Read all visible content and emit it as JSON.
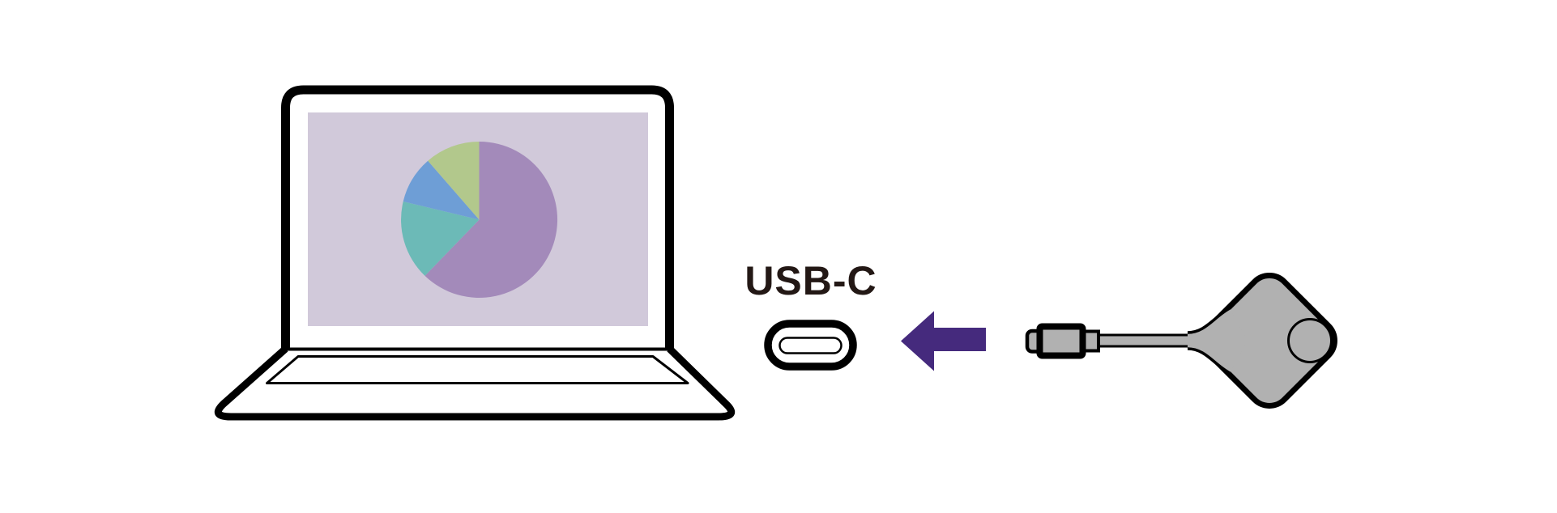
{
  "label": {
    "text": "USB-C"
  },
  "colors": {
    "background": "#ffffff",
    "outline": "#000000",
    "label_text": "#231815",
    "arrow": "#452A7D",
    "laptop_body": "#ffffff",
    "screen": "#D1C9DA",
    "device_gray": "#B1B1B1"
  },
  "icons": {
    "port": "usb-c-port-icon",
    "arrow": "arrow-left-icon"
  },
  "chart_data": {
    "type": "pie",
    "title": "",
    "legend": false,
    "start_angle_deg": 0,
    "direction": "clockwise",
    "slices": [
      {
        "name": "purple",
        "value_pct": 62.2,
        "angle_deg": 224.0,
        "color": "#A38ABA"
      },
      {
        "name": "teal",
        "value_pct": 16.5,
        "angle_deg": 59.5,
        "color": "#6CBAB7"
      },
      {
        "name": "blue",
        "value_pct": 9.9,
        "angle_deg": 35.5,
        "color": "#6E9ED6"
      },
      {
        "name": "green",
        "value_pct": 11.4,
        "angle_deg": 41.0,
        "color": "#B2C88C"
      }
    ]
  }
}
